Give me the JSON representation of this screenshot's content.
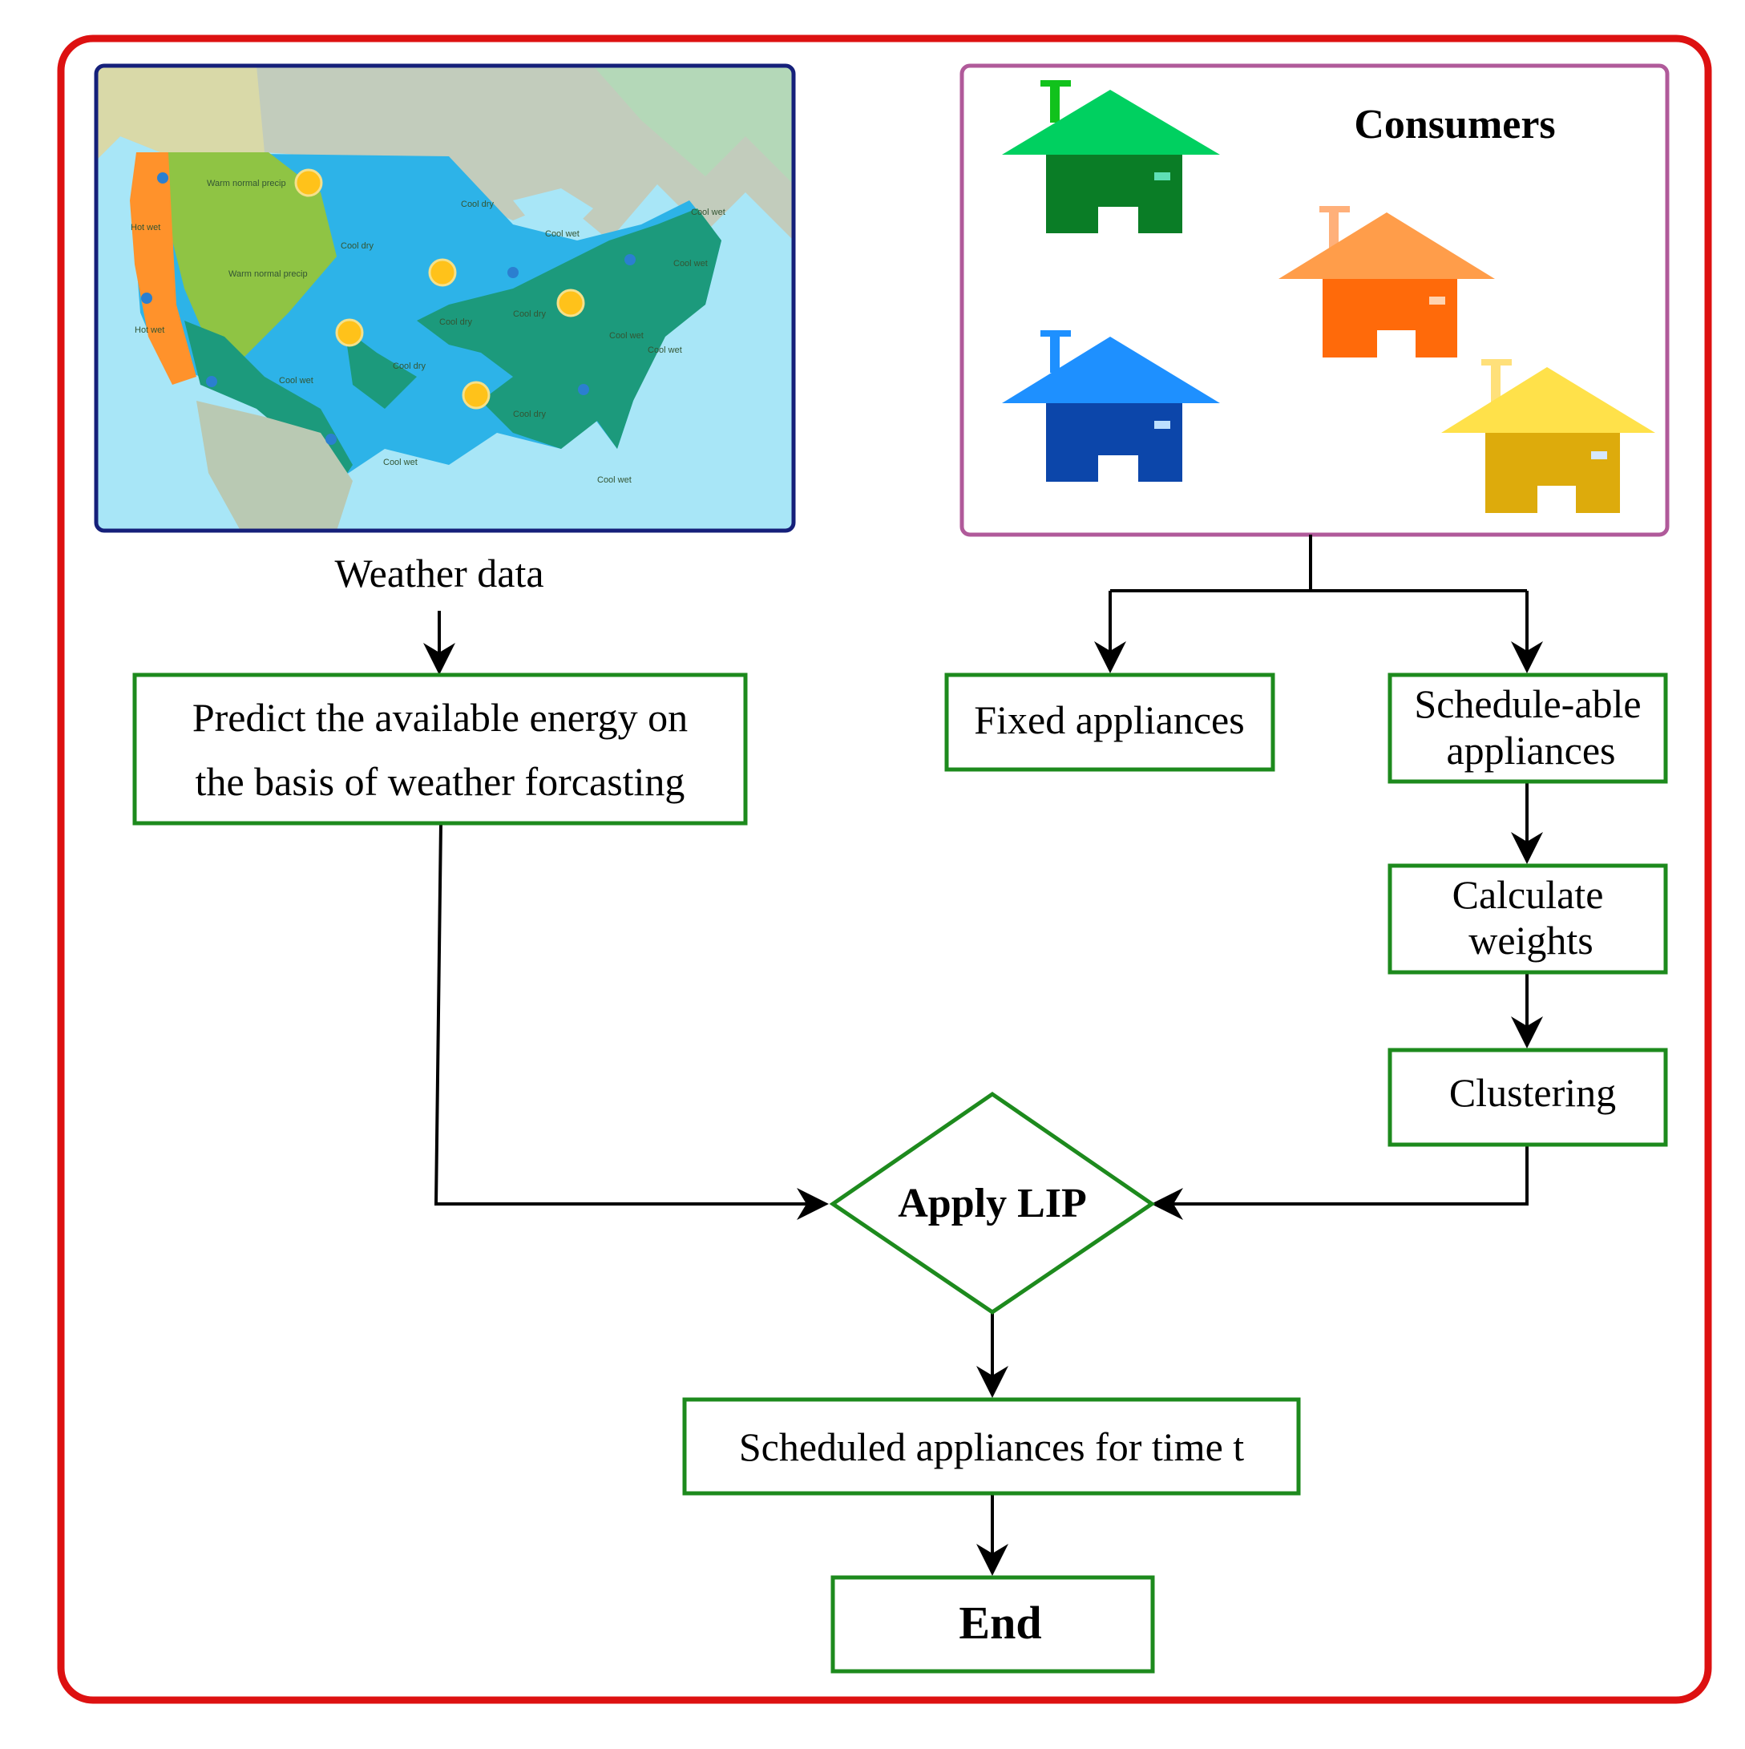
{
  "weather": {
    "caption": "Weather data",
    "map_labels": [
      "Warm normal precip",
      "Warm normal precip",
      "Hot wet",
      "Hot wet",
      "Cool dry",
      "Cool dry",
      "Cool dry",
      "Cool wet",
      "Cool dry",
      "Cool dry",
      "Cool wet",
      "Cool wet",
      "Cool dry",
      "Cool wet",
      "Cool wet",
      "Cool wet",
      "Cool wet",
      "Cool wet"
    ]
  },
  "consumers": {
    "title": "Consumers"
  },
  "nodes": {
    "predict": {
      "line1": "Predict the available energy on",
      "line2": "the basis of weather forcasting"
    },
    "fixed": {
      "label": "Fixed appliances"
    },
    "schedulable": {
      "line1": "Schedule-able",
      "line2": "appliances"
    },
    "weights": {
      "line1": "Calculate",
      "line2": "weights"
    },
    "clustering": {
      "label": "Clustering"
    },
    "lip": {
      "label": "Apply LIP"
    },
    "scheduled": {
      "label": "Scheduled appliances for time t"
    },
    "end": {
      "label": "End"
    }
  },
  "colors": {
    "frame": "#dd1111",
    "box_border": "#1d8a1d",
    "map_border": "#15207a",
    "consumers_border": "#b05a9a",
    "house_green": "#16b83a",
    "house_orange": "#ff7a10",
    "house_blue": "#1e6ad0",
    "house_yellow": "#e3b21a"
  }
}
